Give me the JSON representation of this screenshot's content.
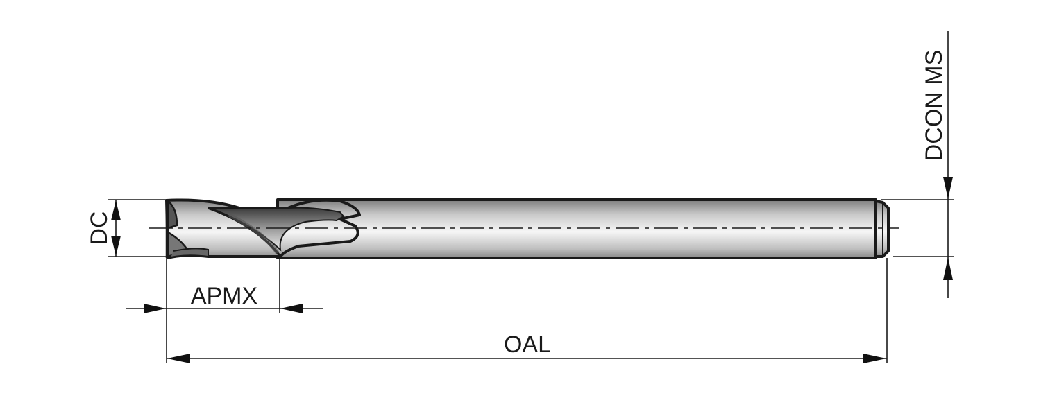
{
  "drawing": {
    "subject": "end-mill",
    "labels": {
      "dc": "DC",
      "apmx": "APMX",
      "oal": "OAL",
      "dcon": "DCON MS"
    },
    "colors": {
      "line": "#1a1a1a",
      "body_light": "#f4f4f4",
      "body_dark": "#8a8a8a"
    }
  }
}
